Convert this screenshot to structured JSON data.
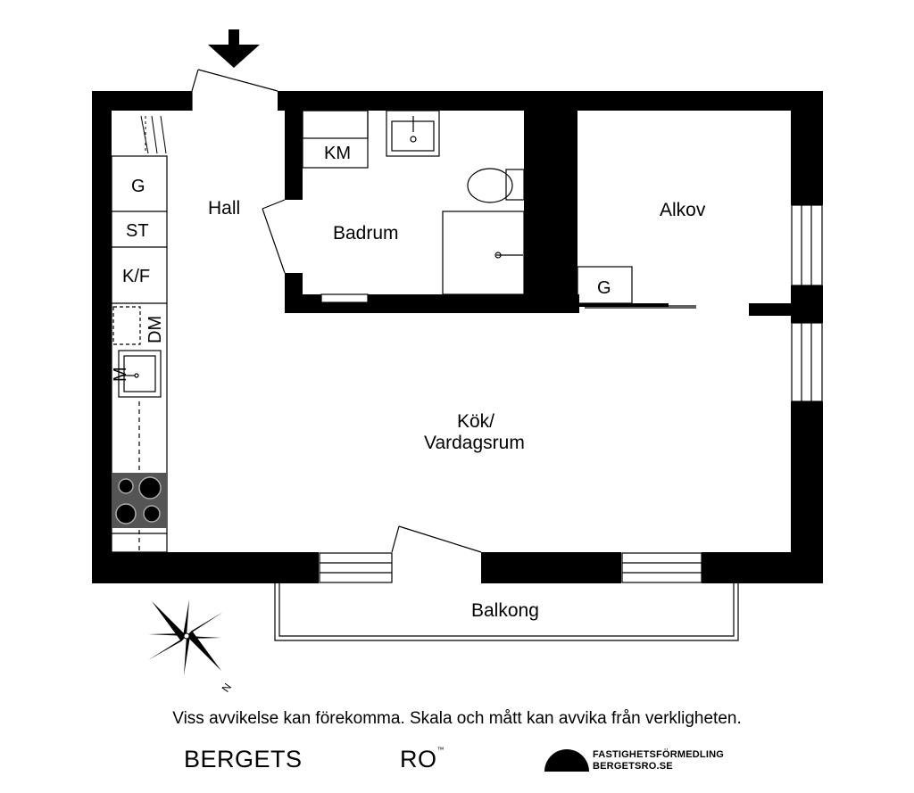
{
  "rooms": {
    "hall": "Hall",
    "badrum": "Badrum",
    "alkov": "Alkov",
    "kok_line1": "Kök/",
    "kok_line2": "Vardagsrum",
    "balkong": "Balkong"
  },
  "fixtures": {
    "km": "KM",
    "g_kitchen": "G",
    "st": "ST",
    "kf": "K/F",
    "dm": "DM",
    "m": "M",
    "g_alkov": "G"
  },
  "compass": {
    "north_label": "N"
  },
  "footer": {
    "disclaimer": "Viss avvikelse kan förekomma. Skala och mått kan avvika från verkligheten.",
    "brand_left": "BERGETS",
    "brand_right": "RO",
    "brand_tm": "™",
    "firm_line1": "FASTIGHETSFÖRMEDLING",
    "firm_line2": "BERGETSRO.SE"
  },
  "colors": {
    "wall": "#000000",
    "background": "#ffffff",
    "stove": "#555555"
  }
}
